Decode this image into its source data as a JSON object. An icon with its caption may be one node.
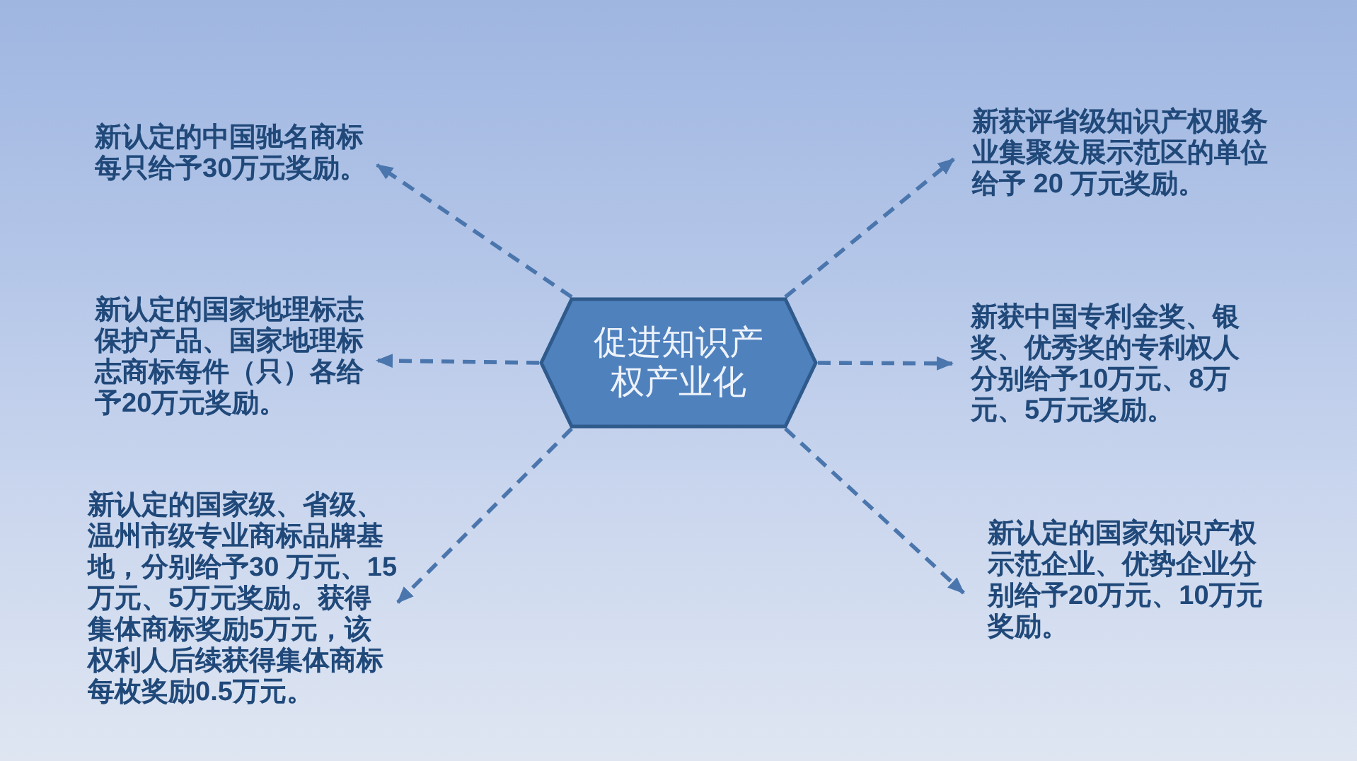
{
  "diagram": {
    "nodes": [
      {
        "text": [
          "促进知识产权产业化"
        ]
      },
      {
        "text": [
          "新认定的中国驰名商标每只给予30万元奖励。"
        ]
      },
      {
        "text": [
          "新获评省级知识产权服务业集聚发展示范区的单位给予 20 万元奖励。"
        ]
      },
      {
        "text": [
          "新认定的国家地理标志保护产品、国家地理标志商标每件（只）各给予20万元奖励。"
        ]
      },
      {
        "text": [
          "新获中国专利金奖、银奖、优秀奖的专利权人分别给予10万元、8万元、5万元奖励。"
        ]
      },
      {
        "text": [
          "新认定的国家级、省级、温州市级专业商标品牌基地，分别给予30 万元、15万元、5万元奖励。获得集体商标奖励5万元，该权利人后续获得集体商标每枚奖励0.5万元。"
        ]
      },
      {
        "text": [
          "新认定的国家知识产权示范企业、优势企业分别给予20万元、10万元奖励。"
        ]
      }
    ],
    "edges": [
      {
        "from": 0,
        "to": 1,
        "arrow": "to",
        "style": "dashed"
      },
      {
        "from": 0,
        "to": 2,
        "arrow": "to",
        "style": "dashed"
      },
      {
        "from": 0,
        "to": 3,
        "arrow": "to",
        "style": "dashed"
      },
      {
        "from": 0,
        "to": 4,
        "arrow": "to",
        "style": "dashed"
      },
      {
        "from": 0,
        "to": 5,
        "arrow": "to",
        "style": "dashed"
      },
      {
        "from": 0,
        "to": 6,
        "arrow": "to",
        "style": "dashed"
      }
    ]
  }
}
